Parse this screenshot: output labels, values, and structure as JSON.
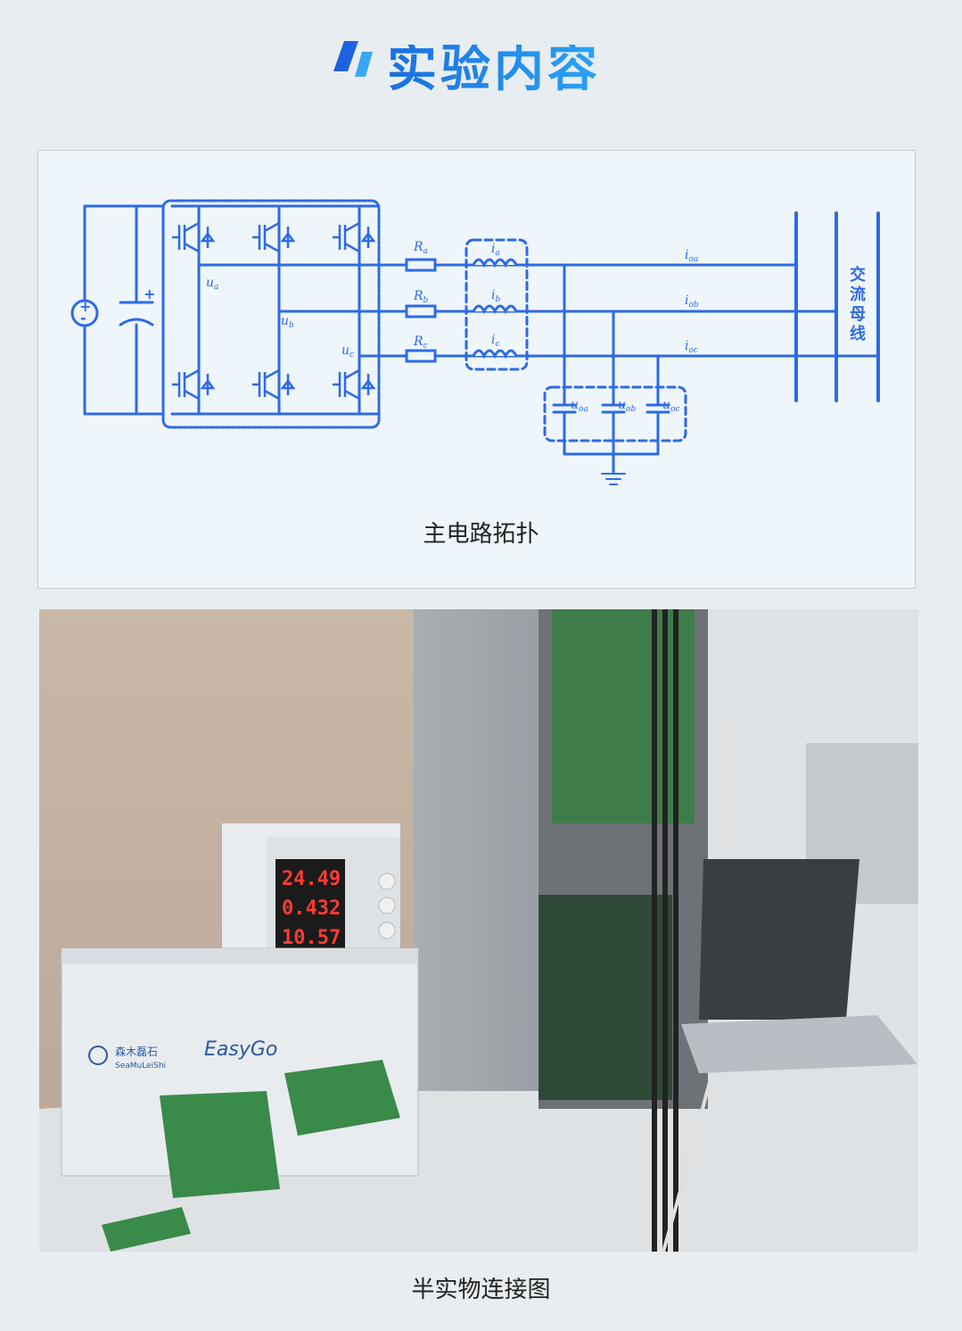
{
  "header": {
    "title": "实验内容"
  },
  "diagram": {
    "caption": "主电路拓扑",
    "labels": {
      "ua": "u",
      "ua_sub": "a",
      "ub": "u",
      "ub_sub": "b",
      "uc": "u",
      "uc_sub": "c",
      "ra": "R",
      "ra_sub": "a",
      "rb": "R",
      "rb_sub": "b",
      "rc": "R",
      "rc_sub": "c",
      "la": "i",
      "la_sub": "a",
      "lb": "i",
      "lb_sub": "b",
      "lc": "i",
      "lc_sub": "c",
      "ioa": "i",
      "ioa_sub": "oa",
      "iob": "i",
      "iob_sub": "ob",
      "ioc": "i",
      "ioc_sub": "oc",
      "uoa": "u",
      "uoa_sub": "oa",
      "uob": "u",
      "uob_sub": "ob",
      "uoc": "u",
      "uoc_sub": "oc",
      "bus": [
        "交",
        "流",
        "母",
        "线"
      ]
    }
  },
  "photo": {
    "caption": "半实物连接图",
    "meter_readings": [
      "24.49",
      "0.432",
      "10.57"
    ],
    "brand_cn": "森木磊石",
    "brand_en": "SeaMuLeiShi",
    "brand_logo": "EasyGo"
  },
  "colors": {
    "accent": "#2f6fe0",
    "circuit": "#2e6ae6"
  }
}
